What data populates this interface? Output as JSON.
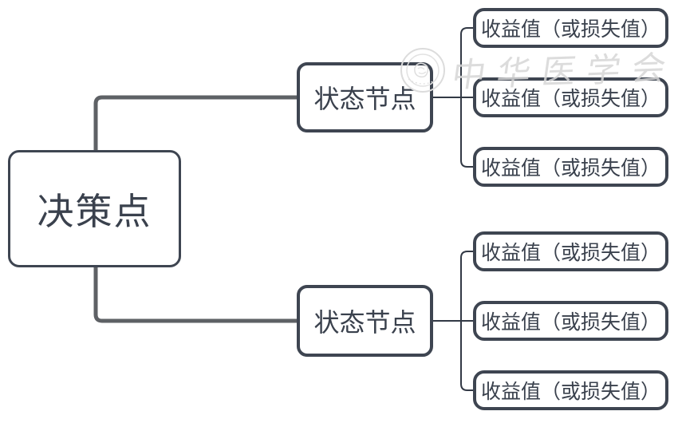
{
  "diagram": {
    "type": "decision-tree",
    "decision": {
      "label": "决策点"
    },
    "states": [
      {
        "label": "状态节点"
      },
      {
        "label": "状态节点"
      }
    ],
    "outcomes": [
      {
        "label": "收益值（或损失值）"
      },
      {
        "label": "收益值（或损失值）"
      },
      {
        "label": "收益值（或损失值）"
      },
      {
        "label": "收益值（或损失值）"
      },
      {
        "label": "收益值（或损失值）"
      },
      {
        "label": "收益值（或损失值）"
      }
    ],
    "watermark": {
      "text": "中华医学会",
      "icon": "seal-icon"
    },
    "colors": {
      "background": "#ffffff",
      "box_border": "#3e4551",
      "text": "#3a414d",
      "thick_connector": "#5e6165",
      "thin_connector": "#323945",
      "watermark": "#d7d7d7"
    }
  }
}
